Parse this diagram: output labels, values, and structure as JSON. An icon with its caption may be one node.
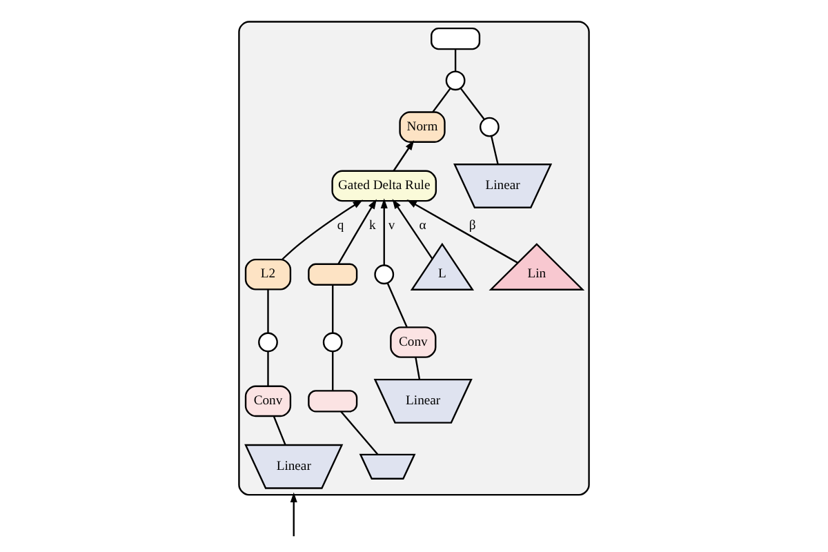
{
  "diagram": {
    "nodes": [
      {
        "text": [],
        "shape": "box"
      },
      {
        "text": [],
        "shape": "box",
        "in": 0
      },
      {
        "text": [],
        "shape": "circle",
        "in": 0
      },
      {
        "text": [
          "Norm"
        ],
        "in": 0
      },
      {
        "text": [
          "Gated Delta Rule"
        ],
        "in": 0
      },
      {
        "text": [
          "L2"
        ],
        "in": 0
      },
      {
        "text": [],
        "shape": "box",
        "in": 0
      },
      {
        "text": [],
        "shape": "circle",
        "in": 0
      },
      {
        "text": [],
        "shape": "circle",
        "in": 0
      },
      {
        "text": [
          "Conv"
        ],
        "in": 0
      },
      {
        "text": [],
        "shape": "box",
        "in": 0
      },
      {
        "text": [
          "Linear"
        ],
        "in": 0
      },
      {
        "text": [],
        "shape": "trapezoid",
        "in": 0
      },
      {
        "text": [],
        "shape": "circle",
        "in": 0
      },
      {
        "text": [
          "Conv"
        ],
        "in": 0
      },
      {
        "text": [
          "Linear"
        ],
        "in": 0
      },
      {
        "text": [
          "L"
        ],
        "in": 0
      },
      {
        "text": [
          "Lin"
        ],
        "in": 0
      },
      {
        "text": [],
        "shape": "circle",
        "in": 0
      },
      {
        "text": [
          "Linear"
        ],
        "in": 0
      }
    ],
    "edges": [
      {
        "from": null,
        "to": 0,
        "arrow": "to"
      },
      {
        "from": 2,
        "to": 1,
        "arrow": "none"
      },
      {
        "from": 3,
        "to": 2,
        "arrow": "none"
      },
      {
        "from": 4,
        "to": 3,
        "arrow": "to"
      },
      {
        "from": 11,
        "to": 9,
        "arrow": "none"
      },
      {
        "from": 9,
        "to": 7,
        "arrow": "none"
      },
      {
        "from": 7,
        "to": 5,
        "arrow": "none"
      },
      {
        "from": 5,
        "to": 4,
        "arrow": "to",
        "label": "q"
      },
      {
        "from": 12,
        "to": 10,
        "arrow": "none"
      },
      {
        "from": 10,
        "to": 8,
        "arrow": "none"
      },
      {
        "from": 8,
        "to": 6,
        "arrow": "none"
      },
      {
        "from": 6,
        "to": 4,
        "arrow": "to",
        "label": "k"
      },
      {
        "from": 15,
        "to": 14,
        "arrow": "none"
      },
      {
        "from": 14,
        "to": 13,
        "arrow": "none"
      },
      {
        "from": 13,
        "to": 4,
        "arrow": "to",
        "label": "v"
      },
      {
        "from": 16,
        "to": 4,
        "arrow": "to",
        "label": "α"
      },
      {
        "from": 17,
        "to": 4,
        "arrow": "to",
        "label": "β"
      },
      {
        "from": 19,
        "to": 18,
        "arrow": "none"
      },
      {
        "from": 18,
        "to": 2,
        "arrow": "none"
      }
    ]
  }
}
